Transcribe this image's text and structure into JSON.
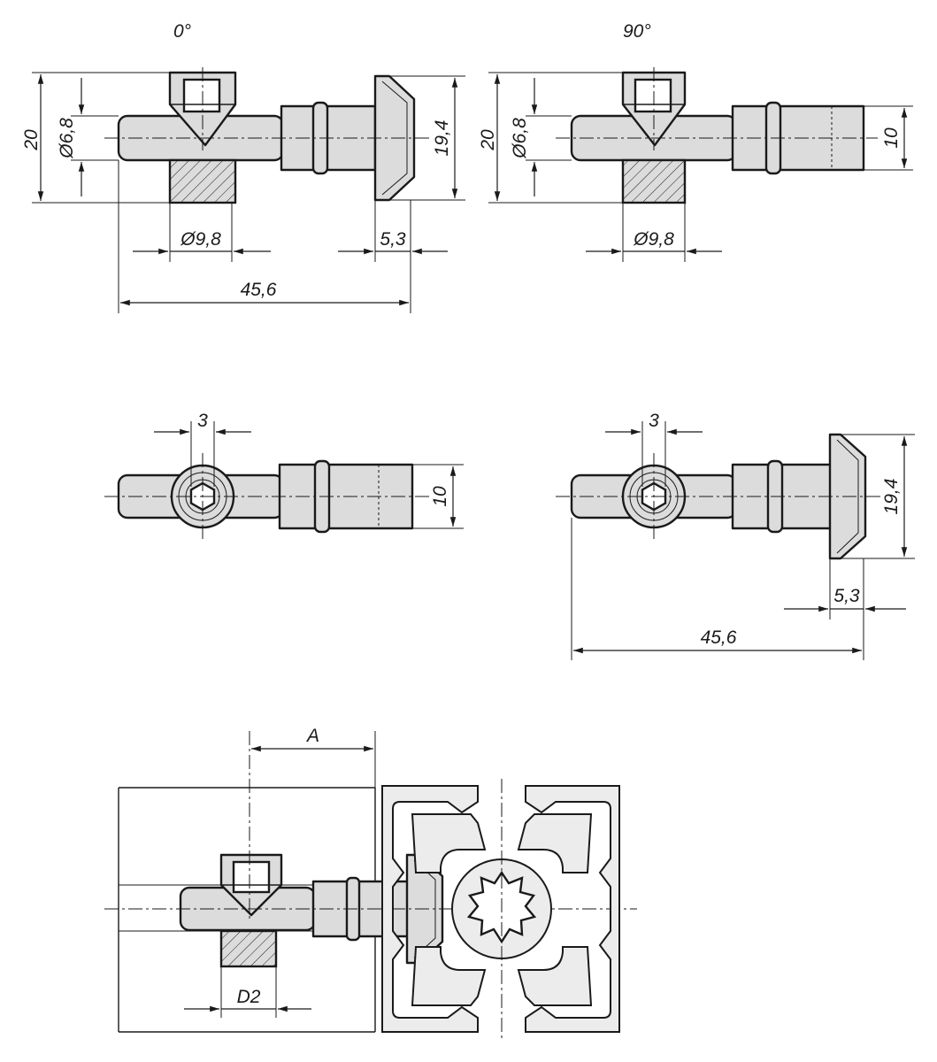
{
  "views": {
    "top_left": {
      "angle_label": "0°",
      "dim_height": "20",
      "dim_shaft": "Ø6,8",
      "dim_head": "19,4",
      "dim_bore": "Ø9,8",
      "dim_head_width": "5,3",
      "dim_length": "45,6"
    },
    "top_right": {
      "angle_label": "90°",
      "dim_height": "20",
      "dim_shaft": "Ø6,8",
      "dim_end": "10",
      "dim_bore": "Ø9,8"
    },
    "mid_left": {
      "dim_hex": "3",
      "dim_end": "10"
    },
    "mid_right": {
      "dim_hex": "3",
      "dim_head": "19,4",
      "dim_head_width": "5,3",
      "dim_length": "45,6"
    },
    "bottom": {
      "dim_a": "A",
      "dim_d2": "D2"
    }
  }
}
